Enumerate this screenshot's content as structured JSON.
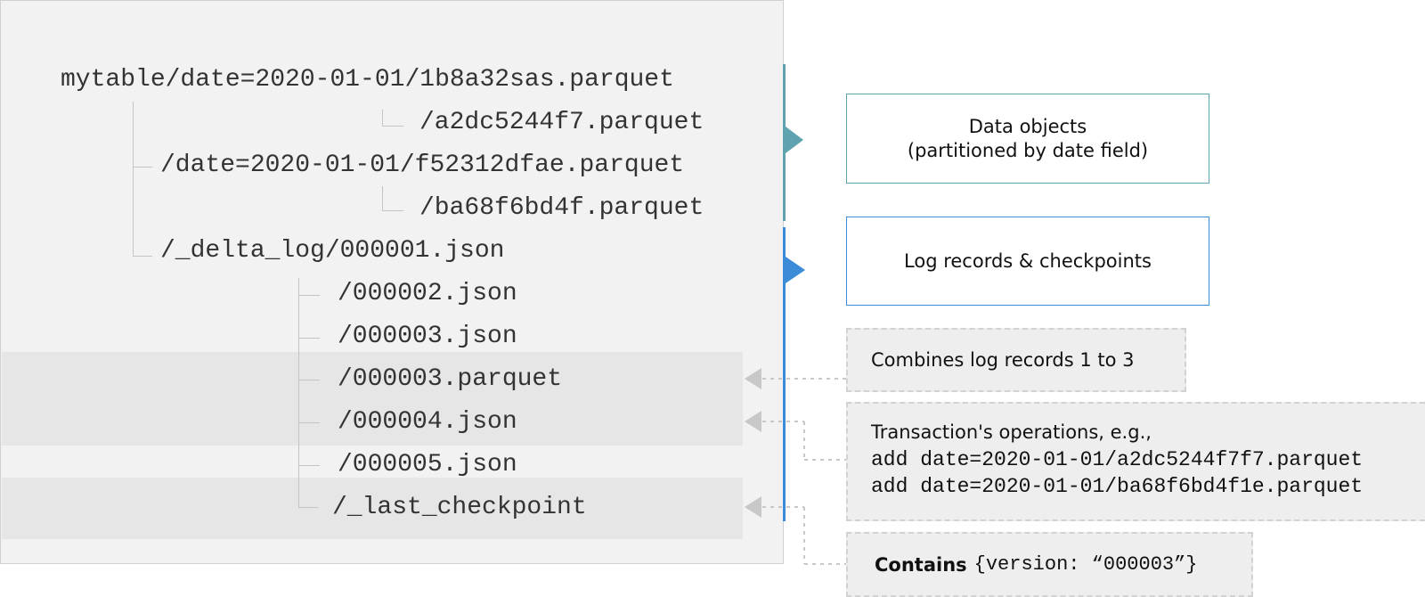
{
  "tree": {
    "root": "mytable/date=2020-01-01/1b8a32sas.parquet",
    "entries": [
      "/a2dc5244f7.parquet",
      "/date=2020-01-01/f52312dfae.parquet",
      "/ba68f6bd4f.parquet",
      "/_delta_log/000001.json",
      "/000002.json",
      "/000003.json",
      "/000003.parquet",
      "/000004.json",
      "/000005.json",
      "/_last_checkpoint"
    ]
  },
  "callouts": {
    "data_objects": [
      "Data objects",
      "(partitioned by date field)"
    ],
    "log_records": "Log records & checkpoints",
    "combines": "Combines log records 1 to 3",
    "transaction": {
      "heading": "Transaction's operations, e.g.,",
      "lines": [
        "add date=2020-01-01/a2dc5244f7f7.parquet",
        "add date=2020-01-01/ba68f6bd4f1e.parquet"
      ]
    },
    "contains": {
      "bold": "Contains",
      "code": "{version: “000003”}"
    }
  },
  "colors": {
    "data_accent": "#5fa3b0",
    "log_accent": "#3b8bd8",
    "arrow_gray": "#c8c8c8"
  }
}
